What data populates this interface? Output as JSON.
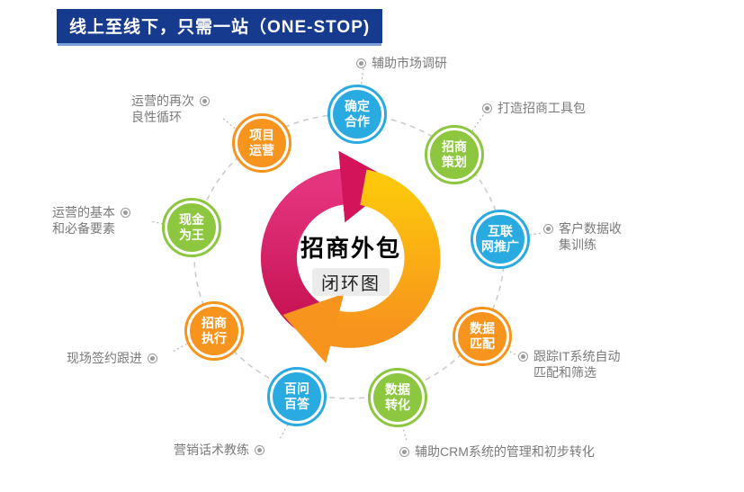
{
  "banner": {
    "title": "线上至线下，只需一站（ONE-STOP)"
  },
  "center": {
    "title": "招商外包",
    "subtitle": "闭环图"
  },
  "nodes": [
    {
      "id": "determine-cooperation",
      "label": "确定\n合作",
      "color": "#29abe2"
    },
    {
      "id": "investment-planning",
      "label": "招商\n策划",
      "color": "#8dc63f"
    },
    {
      "id": "internet-promotion",
      "label": "互联\n网推广",
      "color": "#29abe2"
    },
    {
      "id": "data-matching",
      "label": "数据\n匹配",
      "color": "#f7941d"
    },
    {
      "id": "data-conversion",
      "label": "数据\n转化",
      "color": "#8dc63f"
    },
    {
      "id": "hundred-questions",
      "label": "百问\n百答",
      "color": "#29abe2"
    },
    {
      "id": "investment-execution",
      "label": "招商\n执行",
      "color": "#f7941d"
    },
    {
      "id": "cash-is-king",
      "label": "现金\n为王",
      "color": "#8dc63f"
    },
    {
      "id": "project-operation",
      "label": "项目\n运营",
      "color": "#f7941d"
    }
  ],
  "annotations": [
    {
      "id": "market-research",
      "text": "辅助市场调研"
    },
    {
      "id": "toolkit",
      "text": "打造招商工具包"
    },
    {
      "id": "customer-data",
      "text": "客户数据收\n集训练"
    },
    {
      "id": "it-matching",
      "text": "跟踪IT系统自动\n匹配和筛选"
    },
    {
      "id": "crm-conversion",
      "text": "辅助CRM系统的管理和初步转化"
    },
    {
      "id": "sales-script",
      "text": "营销话术教练"
    },
    {
      "id": "onsite-signing",
      "text": "现场签约跟进"
    },
    {
      "id": "operation-basics",
      "text": "运营的基本\n和必备要素"
    },
    {
      "id": "operation-cycle",
      "text": "运营的再次\n良性循环"
    }
  ],
  "colors": {
    "banner_bg": "#163a8e",
    "node_blue": "#29abe2",
    "node_green": "#8dc63f",
    "node_orange": "#f7941d",
    "arrow_magenta": "#d4145a",
    "arrow_yellow": "#fbb03b",
    "annotation_text": "#7a7a7a"
  }
}
